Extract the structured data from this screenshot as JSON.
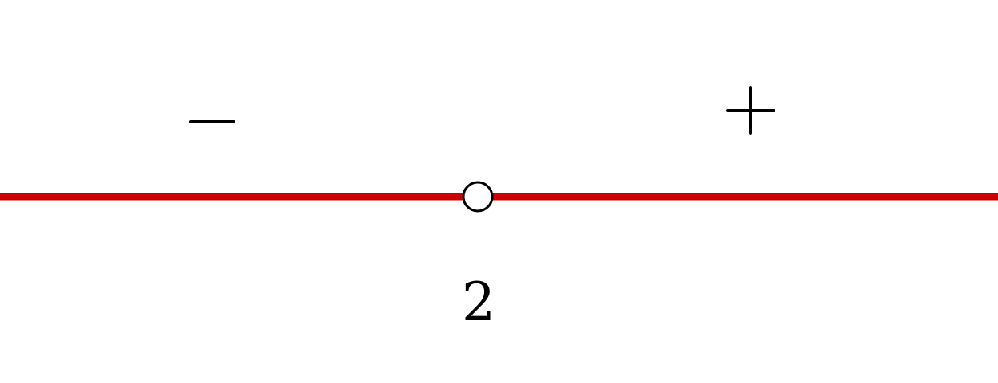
{
  "diagram": {
    "type": "sign-chart",
    "line_color": "#cc0000",
    "critical_point": {
      "label": "2",
      "marker": "open-circle"
    },
    "intervals": [
      {
        "side": "left",
        "sign": "minus",
        "symbol": "−"
      },
      {
        "side": "right",
        "sign": "plus",
        "symbol": "+"
      }
    ]
  }
}
